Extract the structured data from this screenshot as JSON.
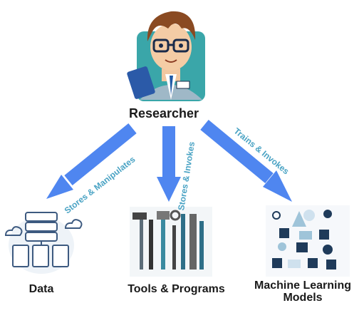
{
  "nodes": {
    "researcher": "Researcher",
    "data": "Data",
    "tools": "Tools & Programs",
    "ml": "Machine Learning Models"
  },
  "edges": {
    "data": "Stores & Manipulates",
    "tools": "Stores & Invokes",
    "ml": "Trains & Invokes"
  },
  "colors": {
    "arrow": "#4f86f0",
    "edge_label": "#4aa3c4",
    "researcher_bg": "#3aa6a9"
  }
}
